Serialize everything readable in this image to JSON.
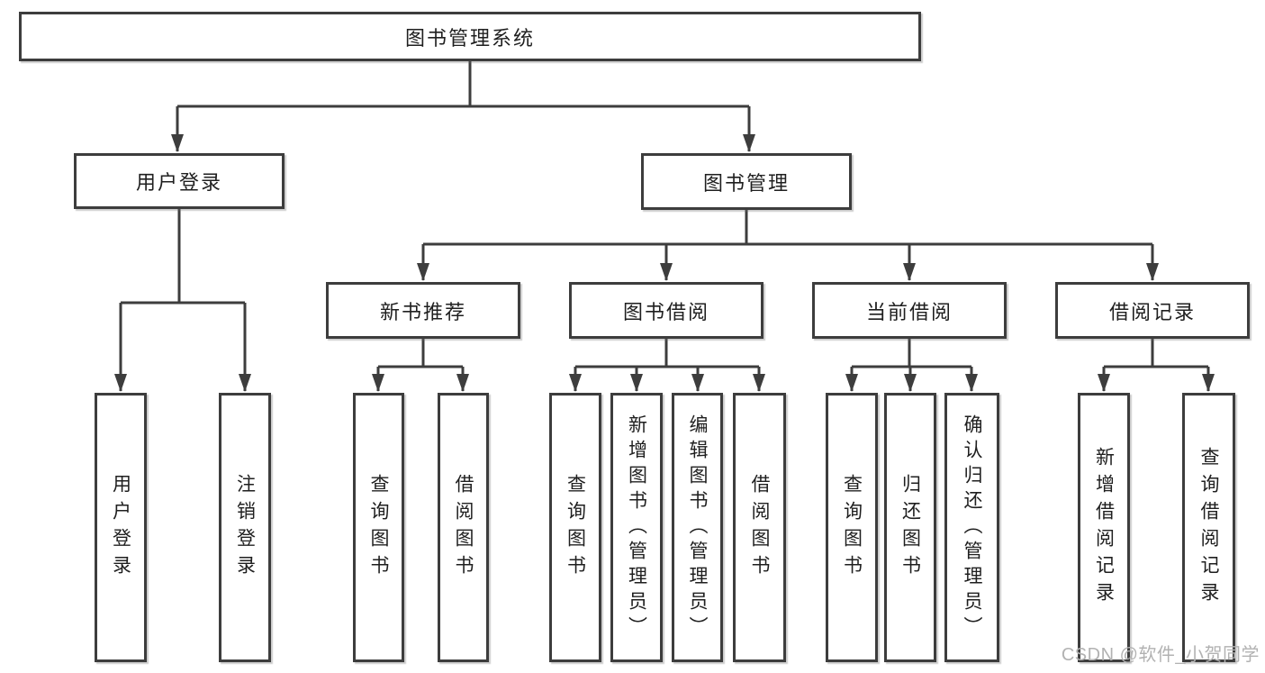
{
  "diagram": {
    "type": "hierarchy-tree",
    "root": {
      "label": "图书管理系统",
      "children": [
        {
          "label": "用户登录",
          "children": [
            {
              "label": "用户登录"
            },
            {
              "label": "注销登录"
            }
          ]
        },
        {
          "label": "图书管理",
          "children": [
            {
              "label": "新书推荐",
              "children": [
                {
                  "label": "查询图书"
                },
                {
                  "label": "借阅图书"
                }
              ]
            },
            {
              "label": "图书借阅",
              "children": [
                {
                  "label": "查询图书"
                },
                {
                  "label": "新增图书（管理员）"
                },
                {
                  "label": "编辑图书（管理员）"
                },
                {
                  "label": "借阅图书"
                }
              ]
            },
            {
              "label": "当前借阅",
              "children": [
                {
                  "label": "查询图书"
                },
                {
                  "label": "归还图书"
                },
                {
                  "label": "确认归还（管理员）"
                }
              ]
            },
            {
              "label": "借阅记录",
              "children": [
                {
                  "label": "新增借阅记录"
                },
                {
                  "label": "查询借阅记录"
                }
              ]
            }
          ]
        }
      ]
    }
  },
  "watermark": {
    "text": "CSDN @软件_小贺同学"
  },
  "colors": {
    "line": "#3d3d3d",
    "box_border": "#3d3d3d",
    "text": "#1f1f1f",
    "watermark": "#b2b2b2",
    "background": "#ffffff"
  }
}
